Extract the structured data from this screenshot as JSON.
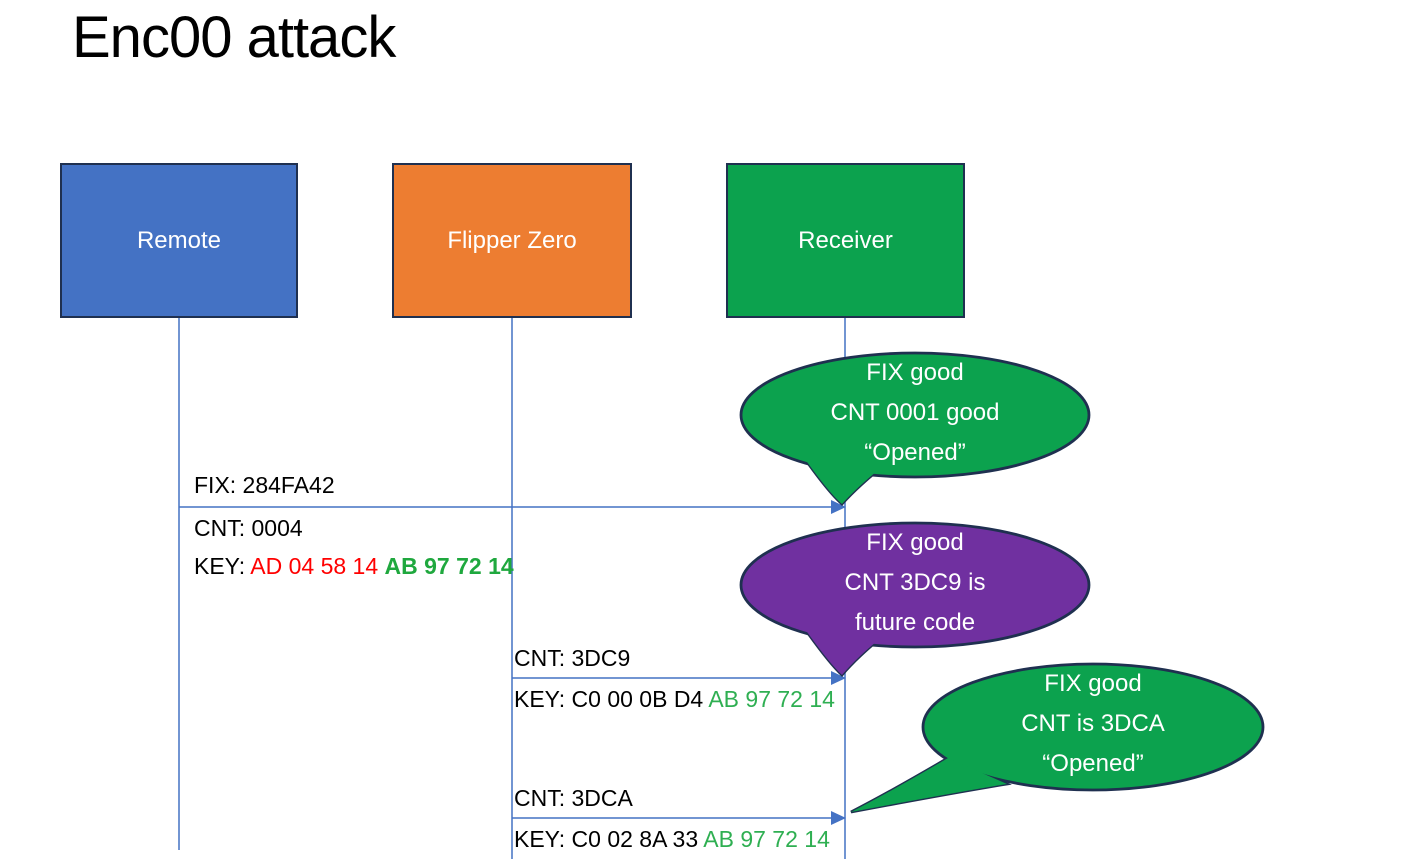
{
  "title": "Enc00 attack",
  "colors": {
    "title_text": "#000000",
    "remote_fill": "#4472C4",
    "flipper_fill": "#ED7D31",
    "receiver_fill": "#0CA24E",
    "box_border": "#1F3050",
    "line_blue": "#4472C4",
    "bubble_green": "#0CA24E",
    "bubble_purple": "#7030A0",
    "bubble_outline": "#1F3050",
    "bubble_text": "#FFFFFF",
    "key_red": "#FF0000",
    "key_green_bold": "#1FA83E",
    "key_green": "#2FAF52",
    "message_text": "#000000"
  },
  "actors": {
    "remote": {
      "label": "Remote"
    },
    "flipper": {
      "label": "Flipper Zero"
    },
    "receiver": {
      "label": "Receiver"
    }
  },
  "messages": {
    "m1": {
      "fix": "FIX: 284FA42",
      "cnt": "CNT: 0004",
      "key_prefix": "KEY: ",
      "key_red": "AD 04 58 14 ",
      "key_green": "AB 97 72 14"
    },
    "m2": {
      "cnt": "CNT: 3DC9",
      "key_prefix": "KEY: C0 00 0B D4 ",
      "key_green": "AB 97 72 14"
    },
    "m3": {
      "cnt": "CNT: 3DCA",
      "key_prefix": "KEY: C0 02 8A 33 ",
      "key_green": "AB 97 72 14"
    }
  },
  "bubbles": {
    "b1": {
      "line1": "FIX good",
      "line2": "CNT 0001 good",
      "line3": "“Opened”"
    },
    "b2": {
      "line1": "FIX good",
      "line2": "CNT 3DC9 is",
      "line3": "future code"
    },
    "b3": {
      "line1": "FIX good",
      "line2": "CNT is 3DCA",
      "line3": "“Opened”"
    }
  }
}
